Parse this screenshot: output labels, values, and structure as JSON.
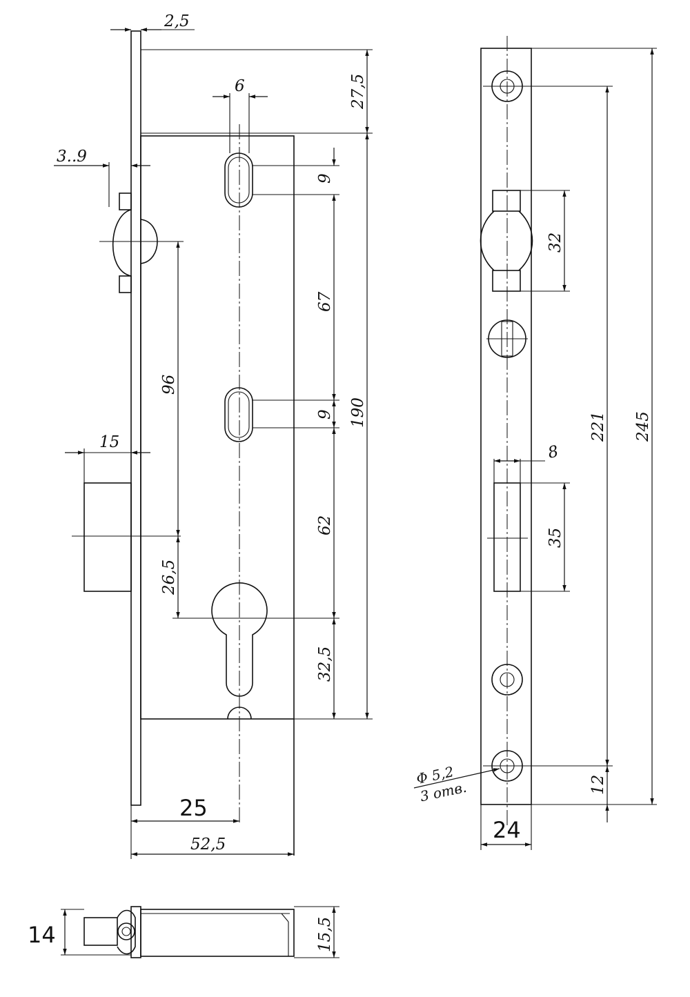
{
  "dimensions": {
    "d_2_5": "2,5",
    "d_27_5": "27,5",
    "d_6": "6",
    "d_3_9": "3..9",
    "d_9_top": "9",
    "d_67": "67",
    "d_96": "96",
    "d_9_mid": "9",
    "d_190": "190",
    "d_15": "15",
    "d_62": "62",
    "d_26_5": "26,5",
    "d_32_5": "32,5",
    "d_25": "25",
    "d_52_5": "52,5",
    "d_32": "32",
    "d_221": "221",
    "d_245": "245",
    "d_8": "8",
    "d_35": "35",
    "d_12": "12",
    "d_24": "24",
    "d_14": "14",
    "d_15_5": "15,5"
  },
  "notes": {
    "hole_diameter": "Φ 5,2",
    "hole_count": "3 отв."
  }
}
